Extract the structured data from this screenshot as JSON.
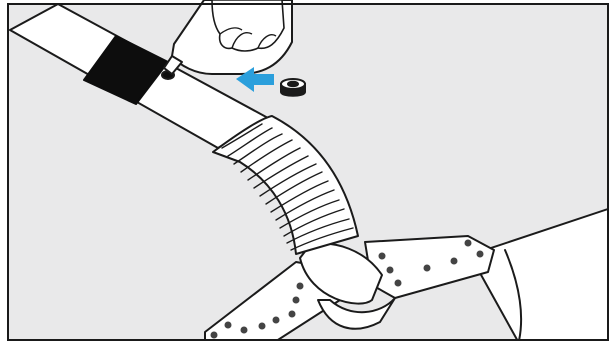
{
  "illustration": {
    "panel_background": "#e9e9ea",
    "frame_color": "#1a1a1a",
    "pipe_fill": "#ffffff",
    "line_color": "#1b1b1b",
    "band_color": "#0d0d0d",
    "arrow_color": "#2b9fdc",
    "bolt_color": "#444444",
    "icons": [
      "liquid-bottle",
      "hand",
      "pipe-cap",
      "insert-arrow",
      "bolts"
    ]
  }
}
